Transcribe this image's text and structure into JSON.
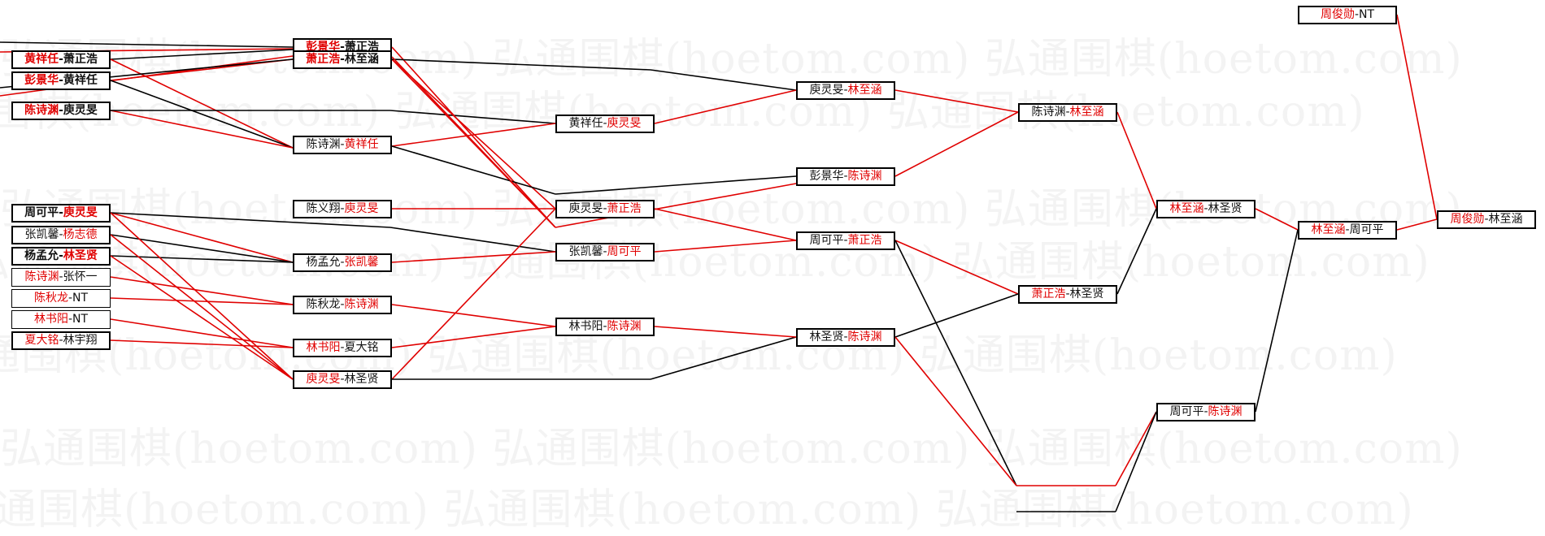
{
  "watermark": "弘通围棋(hoetom.com) 弘通围棋(hoetom.com) 弘通围棋(hoetom.com)",
  "colors": {
    "winner": "#e00000",
    "loser": "#111111",
    "line_red": "#e00000",
    "line_black": "#000000"
  },
  "matches": [
    {
      "id": "r1_1",
      "a": "黄祥任",
      "b": "萧正浩",
      "winner": "a"
    },
    {
      "id": "r1_2",
      "a": "彭景华",
      "b": "黄祥任",
      "winner": "a"
    },
    {
      "id": "r1_3",
      "a": "陈诗渊",
      "b": "庾灵旻",
      "winner": "a"
    },
    {
      "id": "r1_4",
      "a": "周可平",
      "b": "庾灵旻",
      "winner": "b"
    },
    {
      "id": "r1_5",
      "a": "张凯馨",
      "b": "杨志德",
      "winner": "b"
    },
    {
      "id": "r1_6",
      "a": "杨孟允",
      "b": "林圣贤",
      "winner": "b"
    },
    {
      "id": "r1_7",
      "a": "陈诗渊",
      "b": "张怀一",
      "winner": "a"
    },
    {
      "id": "r1_8",
      "a": "陈秋龙",
      "b": "NT",
      "winner": "a"
    },
    {
      "id": "r1_9",
      "a": "林书阳",
      "b": "NT",
      "winner": "a"
    },
    {
      "id": "r1_10",
      "a": "夏大铭",
      "b": "林宇翔",
      "winner": "a"
    },
    {
      "id": "r2_1",
      "a": "彭景华",
      "b": "萧正浩",
      "winner": "a"
    },
    {
      "id": "r2_2",
      "a": "萧正浩",
      "b": "林至涵",
      "winner": "a"
    },
    {
      "id": "r2_3",
      "a": "陈诗渊",
      "b": "黄祥任",
      "winner": "b"
    },
    {
      "id": "r2_4",
      "a": "陈义翔",
      "b": "庾灵旻",
      "winner": "b"
    },
    {
      "id": "r2_5",
      "a": "杨孟允",
      "b": "张凯馨",
      "winner": "b"
    },
    {
      "id": "r2_6",
      "a": "陈秋龙",
      "b": "陈诗渊",
      "winner": "b"
    },
    {
      "id": "r2_7",
      "a": "林书阳",
      "b": "夏大铭",
      "winner": "a"
    },
    {
      "id": "r2_8",
      "a": "庾灵旻",
      "b": "林圣贤",
      "winner": "a"
    },
    {
      "id": "r3_1",
      "a": "黄祥任",
      "b": "庾灵旻",
      "winner": "b"
    },
    {
      "id": "r3_2",
      "a": "庾灵旻",
      "b": "萧正浩",
      "winner": "b"
    },
    {
      "id": "r3_3",
      "a": "张凯馨",
      "b": "周可平",
      "winner": "b"
    },
    {
      "id": "r3_4",
      "a": "林书阳",
      "b": "陈诗渊",
      "winner": "b"
    },
    {
      "id": "r4_1",
      "a": "庾灵旻",
      "b": "林至涵",
      "winner": "b"
    },
    {
      "id": "r4_2",
      "a": "彭景华",
      "b": "陈诗渊",
      "winner": "b"
    },
    {
      "id": "r4_3",
      "a": "周可平",
      "b": "萧正浩",
      "winner": "b"
    },
    {
      "id": "r4_4",
      "a": "林圣贤",
      "b": "陈诗渊",
      "winner": "b"
    },
    {
      "id": "r5_1",
      "a": "陈诗渊",
      "b": "林至涵",
      "winner": "b"
    },
    {
      "id": "r5_2",
      "a": "萧正浩",
      "b": "林圣贤",
      "winner": "a"
    },
    {
      "id": "r6_1",
      "a": "林至涵",
      "b": "林圣贤",
      "winner": "a"
    },
    {
      "id": "r6_2",
      "a": "周可平",
      "b": "陈诗渊",
      "winner": "b"
    },
    {
      "id": "r7_1",
      "a": "林至涵",
      "b": "周可平",
      "winner": "a"
    },
    {
      "id": "r8_1",
      "a": "周俊勋",
      "b": "NT",
      "winner": "a"
    },
    {
      "id": "final",
      "a": "周俊勋",
      "b": "林至涵",
      "winner": "a"
    }
  ]
}
